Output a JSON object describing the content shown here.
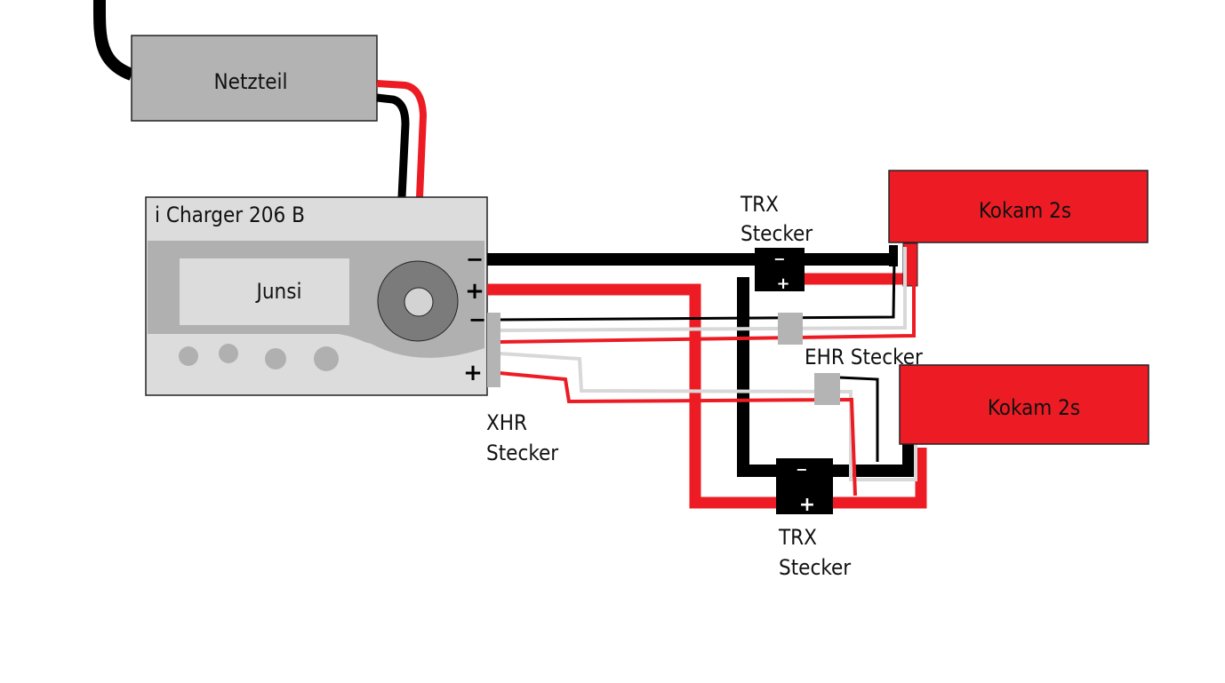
{
  "title": "Charging wiring diagram",
  "colors": {
    "power_supply": "#b3b3b3",
    "charger_body": "#dcdcdc",
    "charger_panel": "#b0b0b0",
    "battery": "#ed1c24",
    "wire_black": "#000000",
    "wire_red": "#ed1c24",
    "wire_white": "#d8d8d8",
    "connector_gray": "#b4b4b4"
  },
  "power_supply": {
    "label": "Netzteil"
  },
  "charger": {
    "title": "i Charger 206 B",
    "display_label": "Junsi",
    "output_minus": "−",
    "output_plus": "+",
    "balance_minus": "−",
    "balance_plus": "+",
    "button_count": 4
  },
  "connectors": {
    "xhr": {
      "line1": "XHR",
      "line2": "Stecker"
    },
    "ehr": {
      "label": "EHR Stecker"
    },
    "trx_top": {
      "line1": "TRX",
      "line2": "Stecker",
      "minus": "−",
      "plus": "+"
    },
    "trx_bottom": {
      "line1": "TRX",
      "line2": "Stecker",
      "minus": "−",
      "plus": "+"
    }
  },
  "batteries": [
    {
      "label": "Kokam 2s"
    },
    {
      "label": "Kokam 2s"
    }
  ]
}
